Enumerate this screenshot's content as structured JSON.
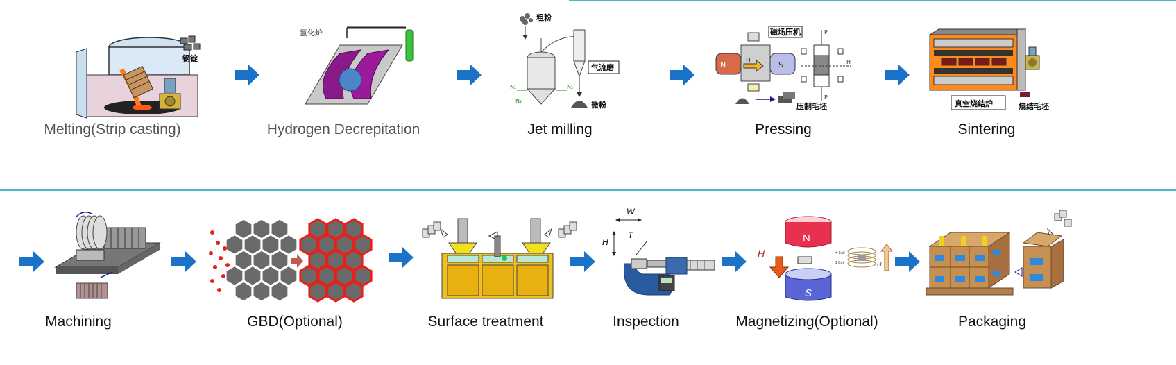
{
  "process": {
    "row1": [
      {
        "id": "melting",
        "label": "Melting(Strip casting)",
        "annotations": [
          "钢锭"
        ]
      },
      {
        "id": "hydrogen",
        "label": "Hydrogen Decrepitation",
        "annotations": [
          "氢化炉"
        ]
      },
      {
        "id": "jetmill",
        "label": "Jet milling",
        "annotations": [
          "粗粉",
          "气流磨",
          "微粉",
          "N₂",
          "N₂",
          "N₂"
        ]
      },
      {
        "id": "pressing",
        "label": "Pressing",
        "annotations": [
          "磁场压机",
          "压制毛坯",
          "N",
          "S",
          "H",
          "P",
          "P",
          "H"
        ]
      },
      {
        "id": "sintering",
        "label": "Sintering",
        "annotations": [
          "真空烧结炉",
          "烧结毛坯"
        ]
      }
    ],
    "row2": [
      {
        "id": "machining",
        "label": "Machining"
      },
      {
        "id": "gbd",
        "label": "GBD(Optional)"
      },
      {
        "id": "surface",
        "label": "Surface treatment"
      },
      {
        "id": "inspection",
        "label": "Inspection",
        "annotations": [
          "W",
          "H",
          "T"
        ]
      },
      {
        "id": "magnetizing",
        "label": "Magnetizing(Optional)",
        "annotations": [
          "N",
          "S",
          "H",
          "H Coil",
          "B Coil",
          "H"
        ]
      },
      {
        "id": "packaging",
        "label": "Packaging"
      }
    ]
  },
  "colors": {
    "arrow": "#1a73c8",
    "divider": "#4fb6c8"
  }
}
